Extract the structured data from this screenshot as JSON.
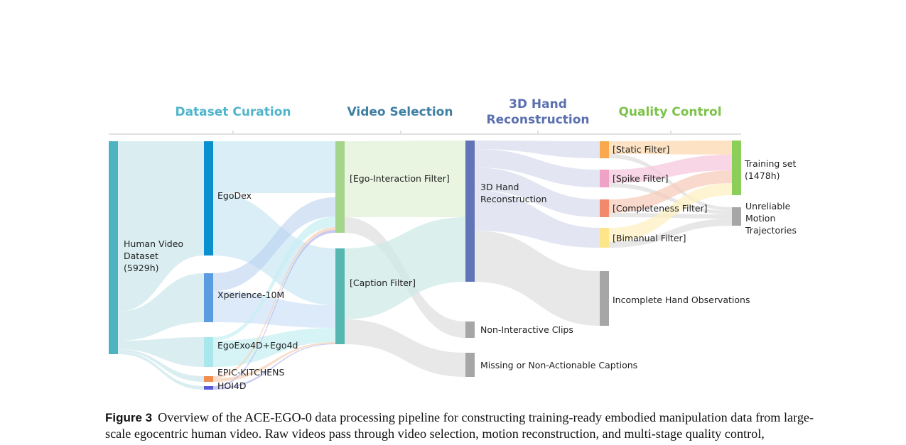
{
  "stages": [
    {
      "id": "curation",
      "lines": [
        "Dataset Curation"
      ],
      "color": "#4fb4cc"
    },
    {
      "id": "selection",
      "lines": [
        "Video Selection"
      ],
      "color": "#3f7fa4"
    },
    {
      "id": "recon",
      "lines": [
        "3D Hand",
        "Reconstruction"
      ],
      "color": "#5a6fae"
    },
    {
      "id": "qc",
      "lines": [
        "Quality Control"
      ],
      "color": "#7cc24a"
    }
  ],
  "nodes": [
    {
      "id": "human",
      "lines": [
        "Human Video",
        "Dataset",
        "(5929h)"
      ],
      "color": "#4db3c2"
    },
    {
      "id": "egodex",
      "lines": [
        "EgoDex"
      ],
      "color": "#0a8fcf"
    },
    {
      "id": "xperience",
      "lines": [
        "Xperience-10M"
      ],
      "color": "#5b9bdf"
    },
    {
      "id": "egoexo",
      "lines": [
        "EgoExo4D+Ego4d"
      ],
      "color": "#a8e8ec"
    },
    {
      "id": "epic",
      "lines": [
        "EPIC-KITCHENS"
      ],
      "color": "#f08e52"
    },
    {
      "id": "hoi4d",
      "lines": [
        "HOI4D"
      ],
      "color": "#5a5ad2"
    },
    {
      "id": "egofilter",
      "lines": [
        "[Ego-Interaction Filter]"
      ],
      "color": "#a5d58b"
    },
    {
      "id": "capfilter",
      "lines": [
        "[Caption Filter]"
      ],
      "color": "#56b7b1"
    },
    {
      "id": "recon3d",
      "lines": [
        "3D Hand",
        "Reconstruction"
      ],
      "color": "#6274b8"
    },
    {
      "id": "nonint",
      "lines": [
        "Non-Interactive Clips"
      ],
      "color": "#a6a6a6"
    },
    {
      "id": "missing",
      "lines": [
        "Missing or Non-Actionable Captions"
      ],
      "color": "#a6a6a6"
    },
    {
      "id": "static",
      "lines": [
        "[Static Filter]"
      ],
      "color": "#f9a94b"
    },
    {
      "id": "spike",
      "lines": [
        "[Spike Filter]"
      ],
      "color": "#f0a1c6"
    },
    {
      "id": "complete",
      "lines": [
        "[Completeness Filter]"
      ],
      "color": "#f3896b"
    },
    {
      "id": "bimanual",
      "lines": [
        "[Bimanual Filter]"
      ],
      "color": "#fde68a"
    },
    {
      "id": "incomplete",
      "lines": [
        "Incomplete Hand Observations"
      ],
      "color": "#a6a6a6"
    },
    {
      "id": "training",
      "lines": [
        "Training set",
        "(1478h)"
      ],
      "color": "#8bcf5a"
    },
    {
      "id": "unreliable",
      "lines": [
        "Unreliable",
        "Motion",
        "Trajectories"
      ],
      "color": "#a6a6a6"
    }
  ],
  "caption": {
    "label": "Figure 3",
    "pre": "Overview of the ACE-E",
    "sc": "GO",
    "post": "-0 data processing pipeline for constructing training-ready embodied manipulation data from large-scale egocentric human video. Raw videos pass through video selection, motion reconstruction, and multi-stage quality control,"
  }
}
